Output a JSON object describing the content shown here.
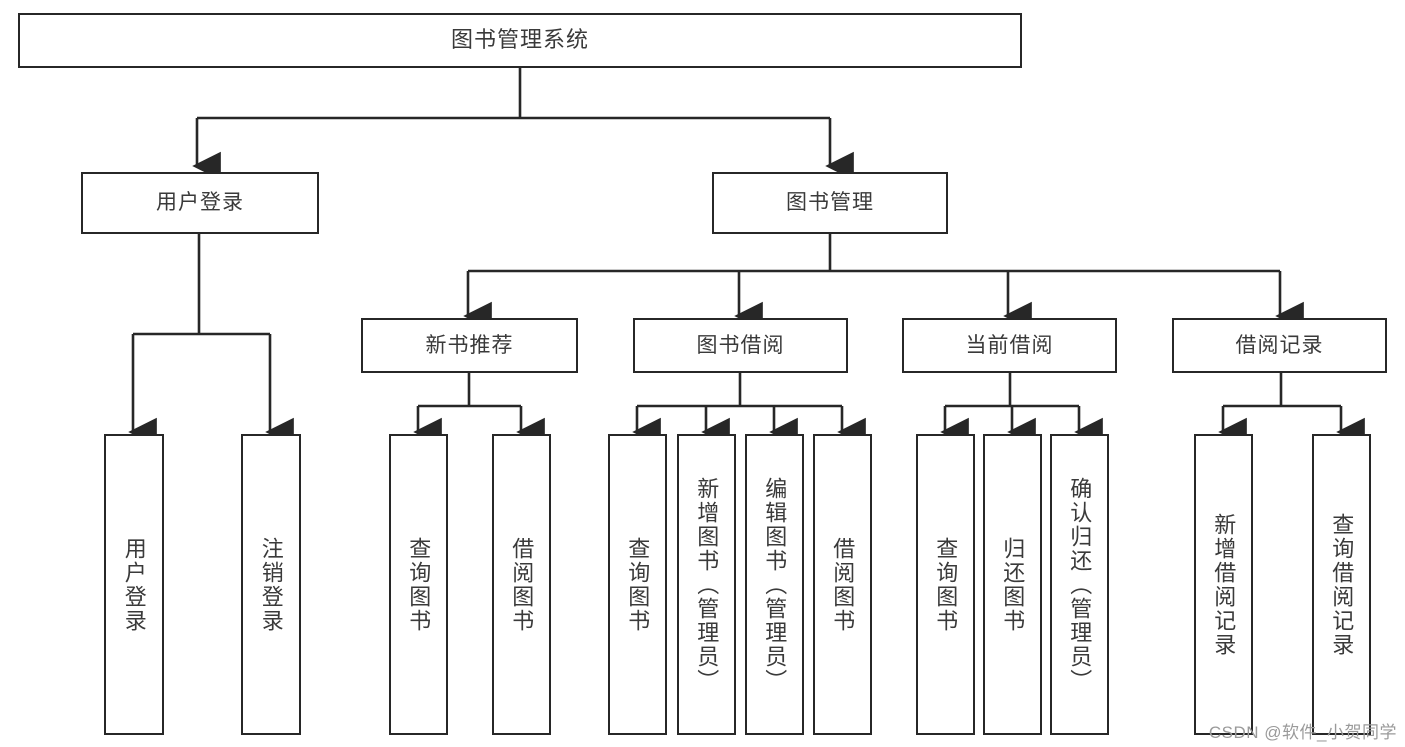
{
  "diagram": {
    "type": "tree-hierarchy",
    "title": "图书管理系统",
    "watermark": "CSDN @软件_小贺同学",
    "colors": {
      "stroke": "#272727",
      "text": "#3a3a3a",
      "background": "#ffffff",
      "watermark": "#9a9a9a"
    },
    "root": {
      "label": "图书管理系统"
    },
    "level2": [
      {
        "label": "用户登录"
      },
      {
        "label": "图书管理"
      }
    ],
    "level3": [
      {
        "label": "新书推荐"
      },
      {
        "label": "图书借阅"
      },
      {
        "label": "当前借阅"
      },
      {
        "label": "借阅记录"
      }
    ],
    "leaves": {
      "user_login": [
        {
          "label": "用户登录"
        },
        {
          "label": "注销登录"
        }
      ],
      "new_book_recommend": [
        {
          "label": "查询图书"
        },
        {
          "label": "借阅图书"
        }
      ],
      "book_borrow": [
        {
          "label": "查询图书"
        },
        {
          "label": "新增图书（管理员）"
        },
        {
          "label": "编辑图书（管理员）"
        },
        {
          "label": "借阅图书"
        }
      ],
      "current_borrow": [
        {
          "label": "查询图书"
        },
        {
          "label": "归还图书"
        },
        {
          "label": "确认归还（管理员）"
        }
      ],
      "borrow_record": [
        {
          "label": "新增借阅记录"
        },
        {
          "label": "查询借阅记录"
        }
      ]
    }
  }
}
